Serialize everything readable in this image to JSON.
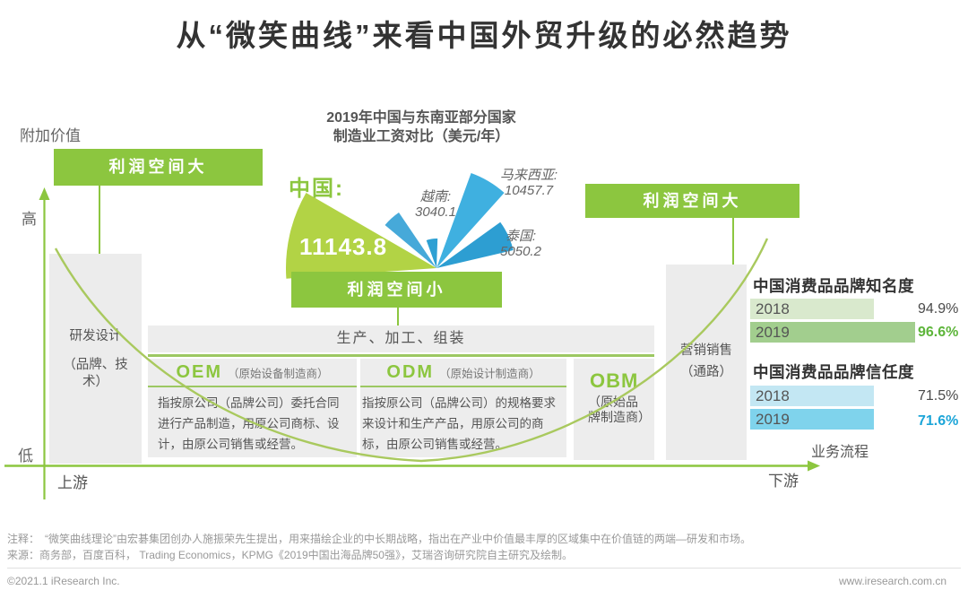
{
  "page": {
    "title": "从“微笑曲线”来看中国外贸升级的必然趋势",
    "note": "注释：　“微笑曲线理论”由宏碁集团创办人施振荣先生提出，用来描绘企业的中长期战略，指出在产业中价值最丰厚的区域集中在价值链的两端—研发和市场。",
    "source": "来源：商务部，百度百科， Trading Economics，KPMG《2019中国出海品牌50强》，艾瑞咨询研究院自主研究及绘制。",
    "copyright": "©2021.1 iResearch Inc.",
    "website": "www.iresearch.com.cn"
  },
  "colors": {
    "accent": "#8cc63f",
    "curve": "#a9c95e",
    "underline": "#9cc862",
    "gray_box": "#ececec",
    "bar_gray": "#ededed"
  },
  "axes": {
    "y_title": "附加价值",
    "y_high": "高",
    "y_low": "低",
    "x_left": "上游",
    "x_right": "下游",
    "x_title": "业务流程"
  },
  "smile": {
    "profit_large_left": "利润空间大",
    "profit_large_right": "利润空间大",
    "profit_small": "利润空间小",
    "rd_title": "研发设计",
    "rd_sub": "（品牌、技术）",
    "mk_title": "营销销售",
    "mk_sub": "（通路）",
    "production_bar": "生产、加工、组装",
    "columns": [
      {
        "abbr": "OEM",
        "full": "（原始设备制造商）",
        "desc": "指按原公司（品牌公司）委托合同进行产品制造，用原公司商标、设计，由原公司销售或经营。"
      },
      {
        "abbr": "ODM",
        "full": "（原始设计制造商）",
        "desc": "指按原公司（品牌公司）的规格要求来设计和生产产品，用原公司的商标，由原公司销售或经营。"
      },
      {
        "abbr": "OBM",
        "full": "（原始品牌制造商）"
      }
    ]
  },
  "chart_data": [
    {
      "id": "wage_comparison_fan",
      "type": "pie",
      "title": "2019年中国与东南亚部分国家制造业工资对比（美元/年）",
      "title_line1": "2019年中国与东南亚部分国家",
      "title_line2": "制造业工资对比（美元/年）",
      "unit": "美元/年",
      "decor_slice_color": "#2ea0d3",
      "slices": [
        {
          "name": "中国",
          "value": 11143.8,
          "label": "中国:",
          "value_text": "11143.8",
          "color": "#b2d345"
        },
        {
          "name": "越南",
          "value": 3040.1,
          "label": "越南:",
          "value_text": "3040.1",
          "color": "#46a9d9"
        },
        {
          "name": "马来西亚",
          "value": 10457.7,
          "label": "马来西亚:",
          "value_text": "10457.7",
          "color": "#3fb0e0"
        },
        {
          "name": "泰国",
          "value": 5050.2,
          "label": "泰国:",
          "value_text": "5050.2",
          "color": "#2d9ed2"
        }
      ]
    },
    {
      "id": "brand_awareness",
      "type": "bar",
      "title": "中国消费品品牌知名度",
      "categories": [
        "2018",
        "2019"
      ],
      "values": [
        94.9,
        96.6
      ],
      "rows": [
        {
          "year": "2018",
          "value_text": "94.9%",
          "bar_color": "#d9e9cd",
          "value_color": "#4a4a4a"
        },
        {
          "year": "2019",
          "value_text": "96.6%",
          "bar_color": "#a2ce8e",
          "value_color": "#5db53a"
        }
      ]
    },
    {
      "id": "brand_trust",
      "type": "bar",
      "title": "中国消费品品牌信任度",
      "categories": [
        "2018",
        "2019"
      ],
      "values": [
        71.5,
        71.6
      ],
      "rows": [
        {
          "year": "2018",
          "value_text": "71.5%",
          "bar_color": "#c3e7f3",
          "value_color": "#4a4a4a"
        },
        {
          "year": "2019",
          "value_text": "71.6%",
          "bar_color": "#7fd3ec",
          "value_color": "#1ca5d8"
        }
      ]
    }
  ]
}
